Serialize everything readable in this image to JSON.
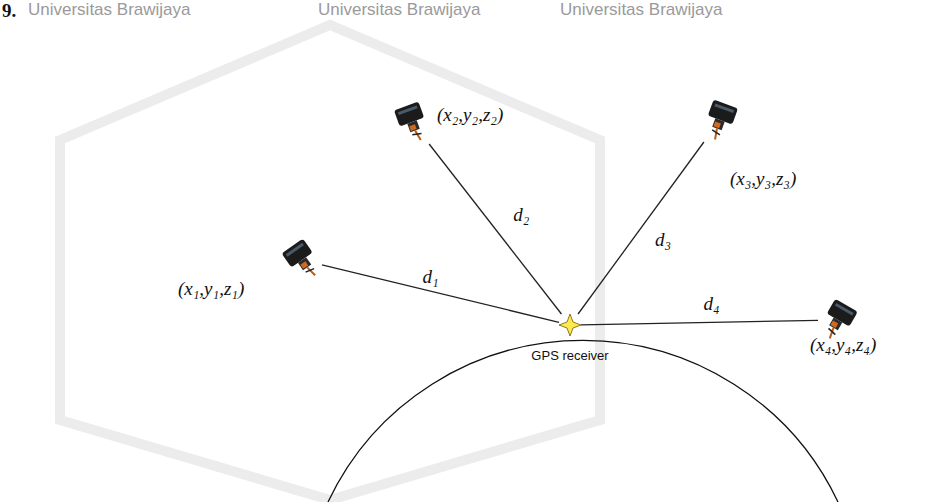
{
  "diagram": {
    "nodes": [
      {
        "text": [
          "(x₁,y₁,z₁)"
        ]
      },
      {
        "text": [
          "(x₂,y₂,z₂)"
        ]
      },
      {
        "text": [
          "(x₃,y₃,z₃)"
        ]
      },
      {
        "text": [
          "(x₄,y₄,z₄)"
        ]
      },
      {
        "text": [
          "GPS receiver"
        ]
      }
    ],
    "edges": [
      {
        "from": 0,
        "to": 4,
        "arrow": "none",
        "label": "d₁"
      },
      {
        "from": 1,
        "to": 4,
        "arrow": "none",
        "label": "d₂"
      },
      {
        "from": 2,
        "to": 4,
        "arrow": "none",
        "label": "d₃"
      },
      {
        "from": 4,
        "to": 3,
        "arrow": "none",
        "label": "d₄"
      }
    ],
    "labels": [
      "9.",
      "Universitas Brawijaya",
      "Universitas Brawijaya",
      "Universitas Brawijaya"
    ]
  }
}
